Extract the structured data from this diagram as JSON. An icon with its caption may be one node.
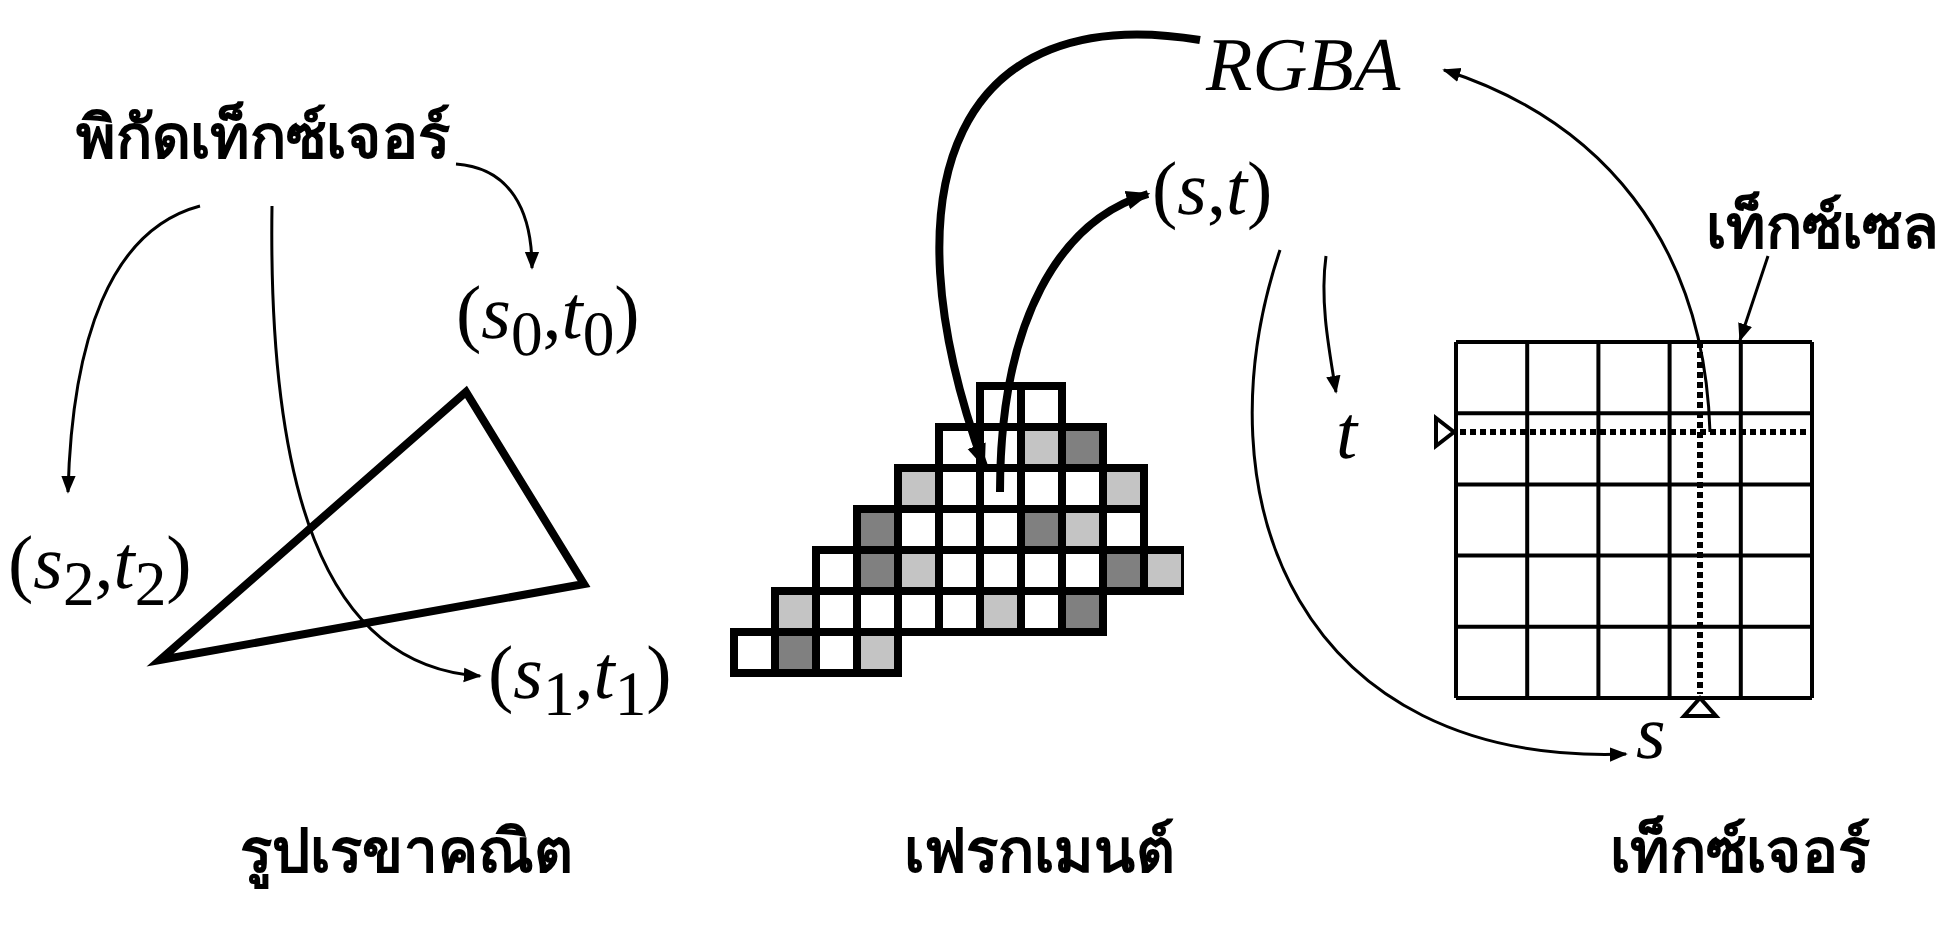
{
  "diagram": {
    "nodes": [
      {
        "text": [
          "พิกัดเท็กซ์เจอร์"
        ]
      },
      {
        "text": [
          "(*s*$_{0}$,*t*$_{0}$)"
        ]
      },
      {
        "text": [
          "(*s*$_{2}$,*t*$_{2}$)"
        ]
      },
      {
        "text": [
          "(*s*$_{1}$,*t*$_{1}$)"
        ]
      },
      {
        "text": [],
        "shape": "picture"
      },
      {
        "text": [
          "*RGBA*"
        ]
      },
      {
        "text": [
          "(*s*,*t*)"
        ]
      },
      {
        "text": [
          "*t*"
        ]
      },
      {
        "text": [
          "*s*"
        ]
      },
      {
        "text": [
          "เท็กซ์เซล"
        ]
      },
      {
        "text": [],
        "shape": "picture"
      }
    ],
    "edges": [
      {
        "from": 0,
        "to": 1,
        "arrow": "to"
      },
      {
        "from": 0,
        "to": 2,
        "arrow": "to"
      },
      {
        "from": 0,
        "to": 3,
        "arrow": "to"
      },
      {
        "from": 5,
        "to": 4,
        "arrow": "to",
        "style": "thick"
      },
      {
        "from": 4,
        "to": 6,
        "arrow": "to",
        "style": "thick"
      },
      {
        "from": 6,
        "to": 7,
        "arrow": "to"
      },
      {
        "from": 6,
        "to": 8,
        "arrow": "to"
      },
      {
        "from": 10,
        "to": 5,
        "arrow": "to"
      },
      {
        "from": 9,
        "to": 10,
        "arrow": "to"
      }
    ],
    "labels": [
      "รูปเรขาคณิต",
      "เฟรกเมนต์",
      "เท็กซ์เจอร์"
    ]
  }
}
